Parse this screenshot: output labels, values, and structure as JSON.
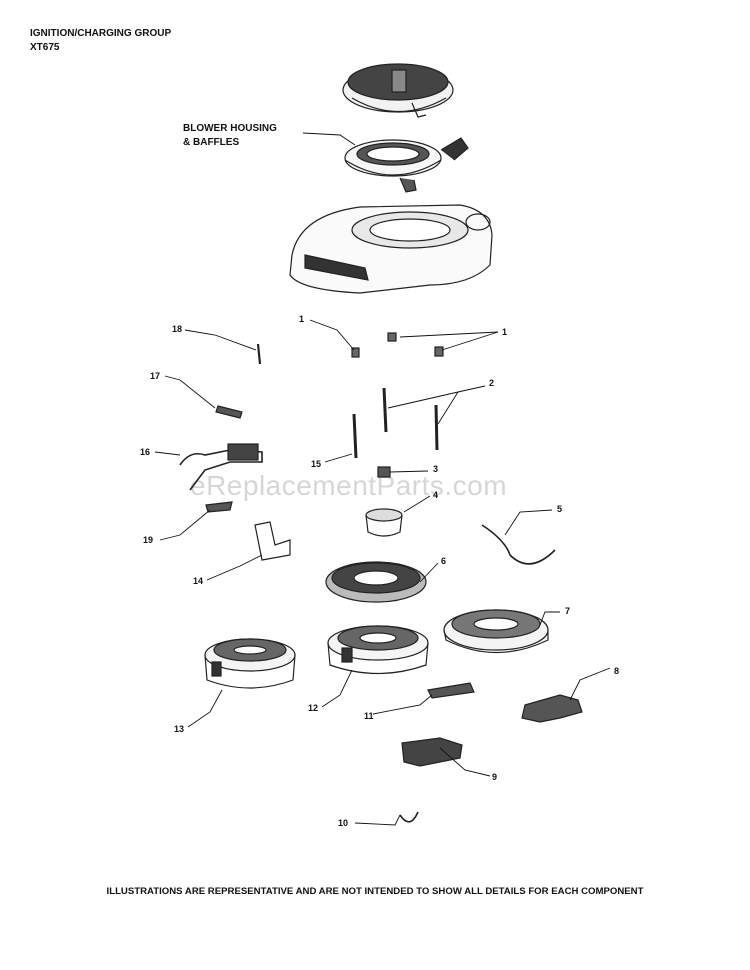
{
  "header": {
    "title": "IGNITION/CHARGING GROUP",
    "model": "XT675"
  },
  "blower_label_line1": "BLOWER HOUSING",
  "blower_label_line2": "& BAFFLES",
  "callouts": [
    "1",
    "1",
    "2",
    "3",
    "4",
    "5",
    "6",
    "7",
    "8",
    "9",
    "10",
    "11",
    "12",
    "13",
    "14",
    "15",
    "16",
    "17",
    "18",
    "19"
  ],
  "watermark": "eReplacementParts.com",
  "disclaimer": "ILLUSTRATIONS ARE REPRESENTATIVE AND ARE NOT INTENDED TO SHOW ALL DETAILS FOR EACH COMPONENT"
}
